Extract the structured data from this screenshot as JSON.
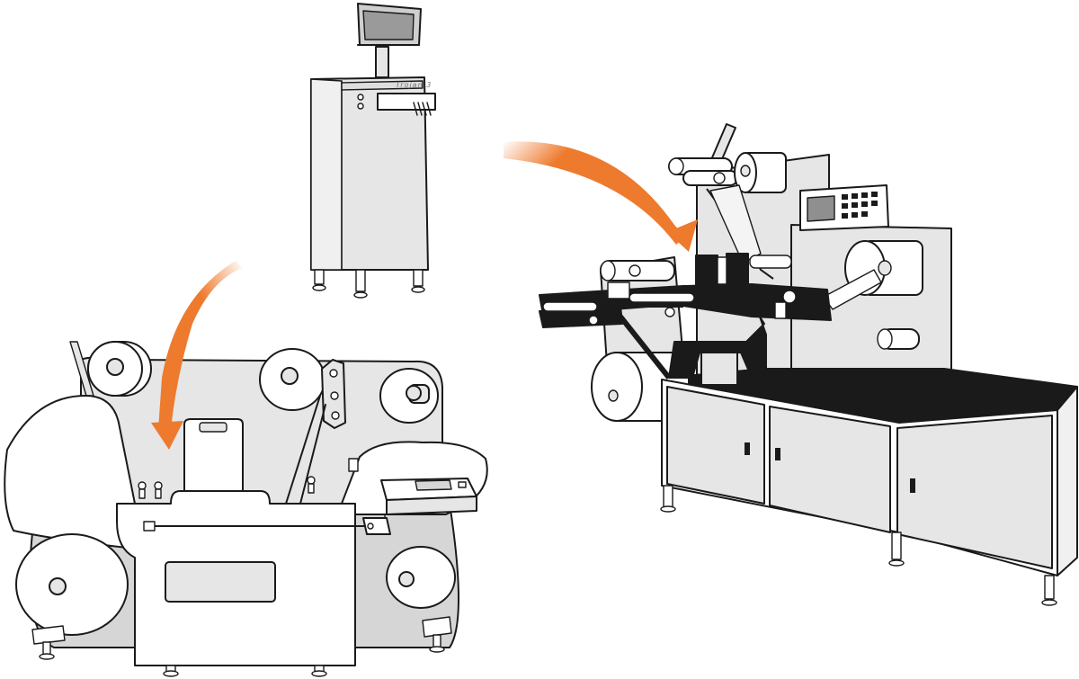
{
  "colors": {
    "outline": "#1a1a1a",
    "body_fill": "#e6e6e6",
    "white": "#ffffff",
    "dark": "#1a1a1a",
    "shadow": "#d0d0d0",
    "arrow_accent": "#ee7a2e"
  },
  "controller": {
    "brand_label": "Trojan 3"
  },
  "icons": {
    "flow_arrow_left": "curved-arrow-down-left",
    "flow_arrow_right": "curved-arrow-down-right"
  }
}
